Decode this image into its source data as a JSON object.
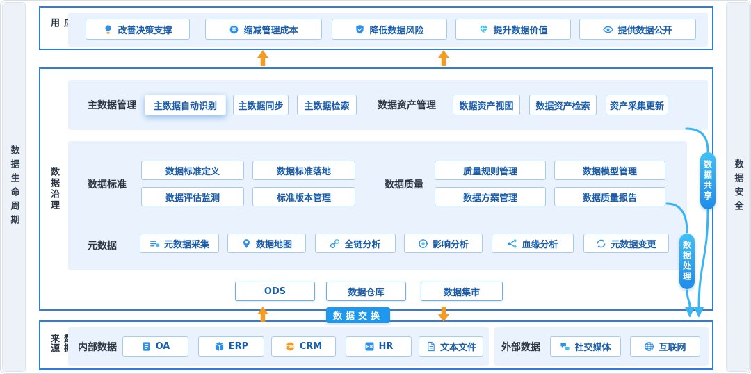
{
  "rails": {
    "left": "数据生命周期",
    "right": "数据安全"
  },
  "app": {
    "rail": "应用",
    "items": [
      {
        "label": "改善决策支撑",
        "icon": "bulb-icon"
      },
      {
        "label": "缩减管理成本",
        "icon": "piggy-bank-icon"
      },
      {
        "label": "降低数据风险",
        "icon": "shield-icon"
      },
      {
        "label": "提升数据价值",
        "icon": "diamond-icon"
      },
      {
        "label": "提供数据公开",
        "icon": "eye-icon"
      }
    ]
  },
  "governance": {
    "rail": "数据治理",
    "master": {
      "title": "主数据管理",
      "items": [
        {
          "label": "主数据自动识别"
        },
        {
          "label": "主数据同步"
        },
        {
          "label": "主数据检索"
        }
      ]
    },
    "asset": {
      "title": "数据资产管理",
      "items": [
        {
          "label": "数据资产视图"
        },
        {
          "label": "数据资产检索"
        },
        {
          "label": "资产采集更新"
        }
      ]
    },
    "standard": {
      "title": "数据标准",
      "items": [
        {
          "label": "数据标准定义"
        },
        {
          "label": "数据标准落地"
        },
        {
          "label": "数据评估监测"
        },
        {
          "label": "标准版本管理"
        }
      ]
    },
    "quality": {
      "title": "数据质量",
      "items": [
        {
          "label": "质量规则管理"
        },
        {
          "label": "数据模型管理"
        },
        {
          "label": "数据方案管理"
        },
        {
          "label": "数据质量报告"
        }
      ]
    },
    "metadata": {
      "title": "元数据",
      "items": [
        {
          "label": "元数据采集",
          "icon": "collect-icon"
        },
        {
          "label": "数据地图",
          "icon": "map-pin-icon"
        },
        {
          "label": "全链分析",
          "icon": "link-icon"
        },
        {
          "label": "影响分析",
          "icon": "impact-icon"
        },
        {
          "label": "血缘分析",
          "icon": "lineage-icon"
        },
        {
          "label": "元数据变更",
          "icon": "refresh-icon"
        }
      ]
    },
    "storage": {
      "items": [
        {
          "label": "ODS"
        },
        {
          "label": "数据仓库"
        },
        {
          "label": "数据集市"
        }
      ]
    }
  },
  "badges": {
    "share": "数据共享",
    "process": "数据处理",
    "exchange": "数据交换"
  },
  "source": {
    "rail": "数据来源",
    "internal": {
      "title": "内部数据",
      "items": [
        {
          "label": "OA",
          "icon": "oa-doc-icon"
        },
        {
          "label": "ERP",
          "icon": "erp-cube-icon"
        },
        {
          "label": "CRM",
          "icon": "crm-icon"
        },
        {
          "label": "HR",
          "icon": "hr-icon"
        },
        {
          "label": "文本文件",
          "icon": "text-file-icon"
        }
      ]
    },
    "external": {
      "title": "外部数据",
      "items": [
        {
          "label": "社交媒体",
          "icon": "chat-bubbles-icon"
        },
        {
          "label": "互联网",
          "icon": "globe-icon"
        }
      ]
    }
  },
  "colors": {
    "section_border": "#2b7de0",
    "panel_fill": "#eaf3fd",
    "button_text": "#1a5dab",
    "badge_blue": "#1f97ec",
    "arrow_orange": "#f59a23",
    "arrow_blue": "#3ab4f2"
  }
}
